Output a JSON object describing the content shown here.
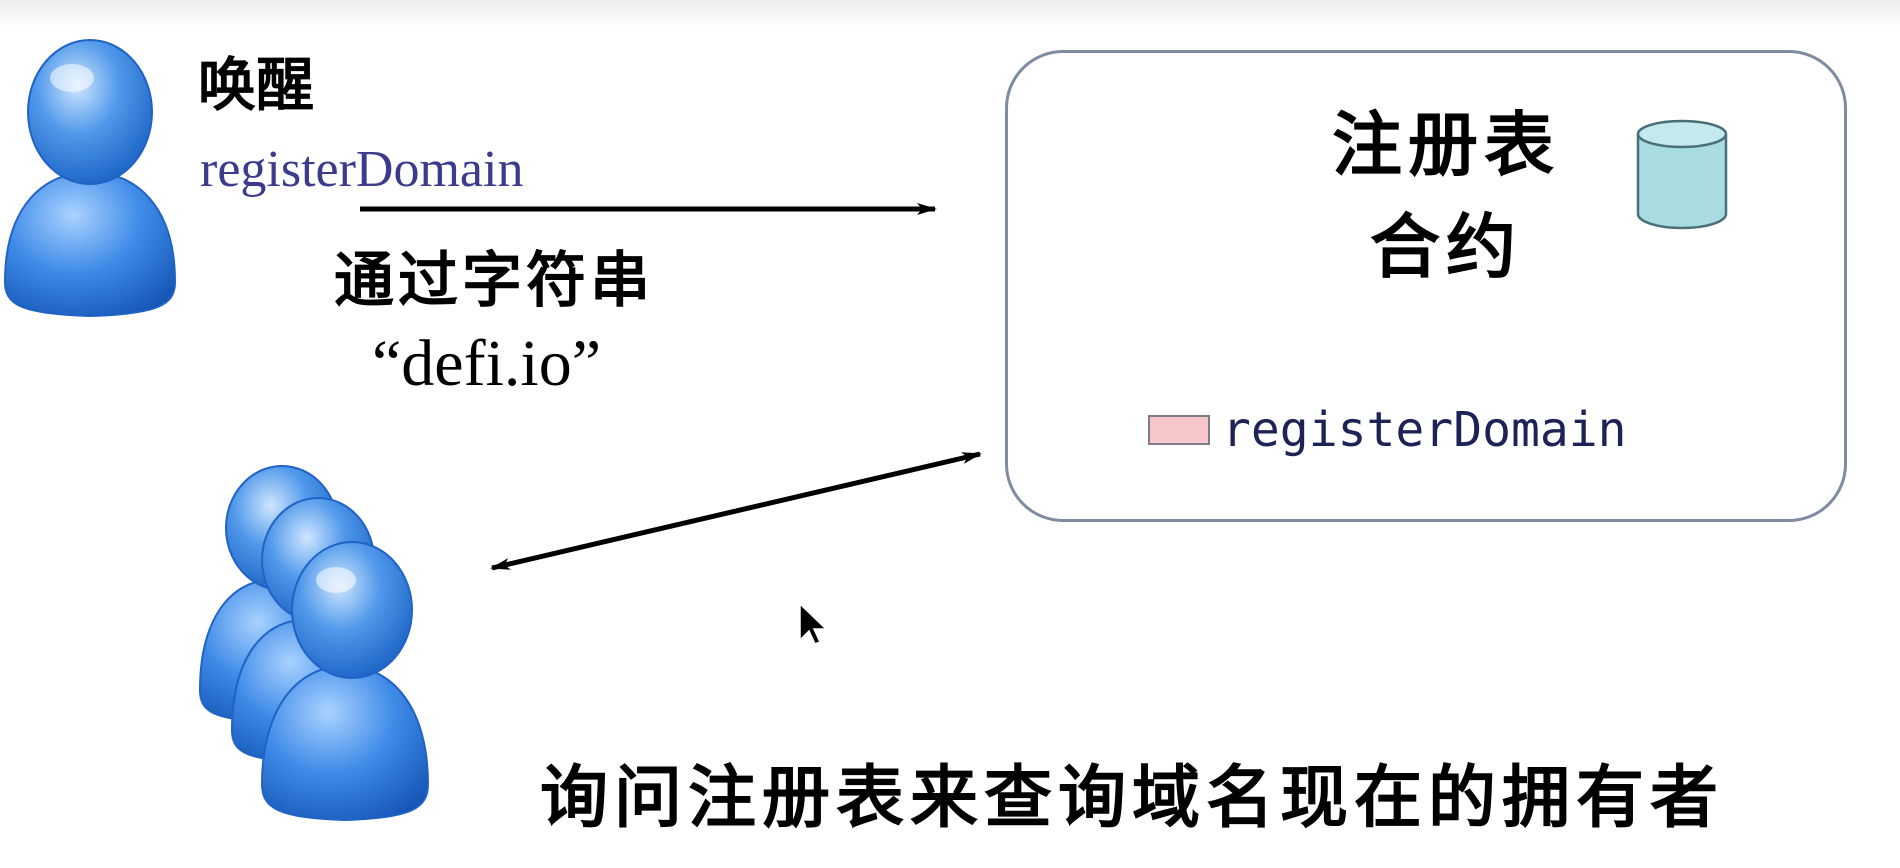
{
  "caller": {
    "action_label": "唤醒",
    "function_name": "registerDomain",
    "via_label": "通过字符串",
    "string_value": "“defi.io”"
  },
  "registry": {
    "title_line1": "注册表",
    "title_line2": "合约",
    "function_name": "registerDomain",
    "icon": "database-cylinder-icon"
  },
  "query": {
    "label": "询问注册表来查询域名现在的拥有者"
  },
  "icons": {
    "caller": "single-user-icon",
    "others": "user-group-icon",
    "pointer": "mouse-cursor-icon"
  },
  "colors": {
    "user_blue": "#3f8be8",
    "box_border": "#7e8ba0",
    "cylinder_fill": "#a9dce0",
    "function_swatch": "#f7c7cb",
    "function_text": "#3b3a8c"
  }
}
